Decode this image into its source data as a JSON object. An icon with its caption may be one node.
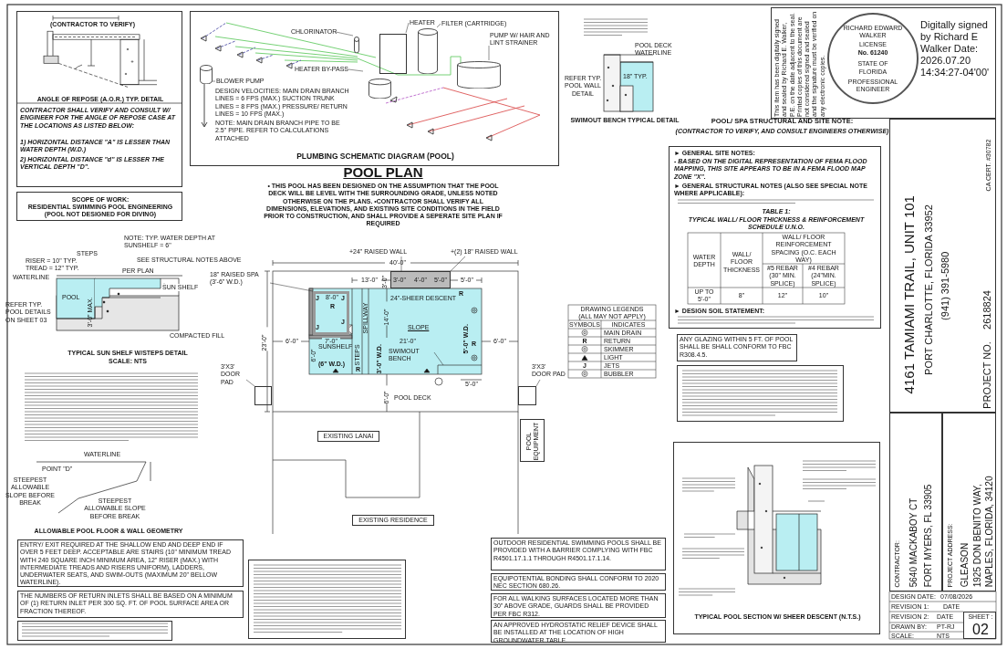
{
  "diagram": {
    "title": "POOL PLAN",
    "nodes": [
      {
        "text": [
          "ANGLE OF REPOSE (A.O.R.) TYP. DETAIL",
          "CONTRACTOR SHALL VERIFY AND CONSULT W/ ENGINEER FOR THE ANGLE OF REPOSE CASE AT THE LOCATIONS AS LISTED BELOW:",
          "1) HORIZONTAL DISTANCE \"A\" IS LESSER THAN WATER DEPTH (W.D.)",
          "2) HORIZONTAL DISTANCE \"d\" IS LESSER THE VERTICAL DEPTH \"D\"."
        ]
      },
      {
        "text": [
          "SCOPE OF WORK:",
          "RESIDENTIAL SWIMMING POOL ENGINEERING (POOL NOT DESIGNED FOR DIVING)"
        ]
      },
      {
        "text": [
          "PLUMBING SCHEMATIC DIAGRAM (POOL)"
        ]
      },
      {
        "text": [
          "CHLORINATOR"
        ],
        "in": 2
      },
      {
        "text": [],
        "shape": "cylinder",
        "in": 2
      },
      {
        "text": [
          "HEATER"
        ],
        "in": 2
      },
      {
        "text": [],
        "shape": "box",
        "in": 2
      },
      {
        "text": [
          "FILTER (CARTRIDGE)"
        ],
        "in": 2
      },
      {
        "text": [],
        "shape": "cylinder",
        "in": 2
      },
      {
        "text": [
          "PUMP W/ HAIR AND LINT STRAINER"
        ],
        "in": 2
      },
      {
        "text": [],
        "shape": "cylinder",
        "in": 2
      },
      {
        "text": [
          "HEATER BY-PASS"
        ],
        "in": 2
      },
      {
        "text": [
          "BLOWER PUMP"
        ],
        "in": 2
      },
      {
        "text": [],
        "shape": "cylinder",
        "in": 2
      },
      {
        "text": [],
        "shape": "cylinder",
        "in": 2
      },
      {
        "text": [
          "This item has been digitally signed and sealed by Richard E. Walker, P.E. on the date adjacent to the seal. Printed copies of this document are not considered signed and sealed and the signature must be verified on any electronic copies.",
          "Digitally signed by Richard E Walker Date: 2026.07.20 14:34:27-04'00'"
        ]
      },
      {
        "text": [
          "RICHARD EDWARD WALKER",
          "LICENSE",
          "No. 61240",
          "STATE OF",
          "FLORIDA",
          "PROFESSIONAL ENGINEER"
        ],
        "in": 15
      },
      {
        "text": [
          "► GENERAL SITE NOTES:",
          "- BASED ON THE DIGITAL REPRESENTATION OF FEMA FLOOD MAPPING, THIS SITE APPEARS TO BE IN A FEMA FLOOD MAP ZONE \"X\".",
          "► GENERAL STRUCTURAL NOTES (ALSO SEE SPECIAL NOTE WHERE APPLICABLE):",
          "TABLE 1:",
          "TYPICAL WALL/ FLOOR THICKNESS & REINFORCEMENT SCHEDULE U.N.O.",
          "► DESIGN SOIL STATEMENT:"
        ]
      },
      {
        "text": [
          "ANY GLAZING WITHIN 5 FT. OF POOL SHALL BE SHALL CONFORM TO FBC R308.4.5."
        ]
      },
      {
        "text": [],
        "shape": "box"
      },
      {
        "text": [
          "TYPICAL POOL SECTION W/ SHEER DESCENT (N.T.S.)"
        ]
      },
      {
        "text": [
          "4161 TAMIAMI TRAIL, UNIT 101",
          "PORT CHARLOTTE, FLORIDA 33952",
          "(941) 391-5980",
          "CA CERT. #30782",
          "PROJECT NO.",
          "2618824"
        ]
      },
      {
        "text": [
          "CONTRACTOR:",
          "5640 MACKABOY CT",
          "FORT MYERS, FL 33905"
        ]
      },
      {
        "text": [
          "PROJECT ADDRESS:",
          "GLEASON",
          "1925 DON BENITO WAY,",
          "NAPLES, FLORIDA, 34120"
        ]
      },
      {
        "text": [
          "SHEET :",
          "02"
        ]
      },
      {
        "text": [
          "+24\" RAISED WALL"
        ]
      },
      {
        "text": [
          "+(2) 18\" RAISED WALL"
        ]
      },
      {
        "text": [],
        "shape": "box"
      },
      {
        "text": [
          "18\" RAISED SPA (3'-6\" W.D.)"
        ]
      },
      {
        "text": [],
        "shape": "box"
      },
      {
        "text": [
          "SWIMOUT BENCH"
        ]
      },
      {
        "text": [
          "3'X3' DOOR PAD"
        ]
      },
      {
        "text": [],
        "shape": "box"
      },
      {
        "text": [
          "3'X3' DOOR PAD"
        ]
      },
      {
        "text": [],
        "shape": "box"
      },
      {
        "text": [
          "EXISTING LANAI"
        ]
      },
      {
        "text": [
          "EXISTING RESIDENCE"
        ]
      },
      {
        "text": [
          "POOL EQUIPMENT"
        ]
      },
      {
        "text": [
          "ENTRY/ EXIT REQUIRED AT THE SHALLOW END AND DEEP END IF OVER 5 FEET DEEP. ACCEPTABLE ARE STAIRS (10\" MINIMUM TREAD WITH 240 SQUARE INCH MINIMUM AREA, 12\" RISER (MAX.) WITH INTERMEDIATE TREADS AND RISERS UNIFORM), LADDERS, UNDERWATER SEATS, AND SWIM-OUTS (MAXIMUM 20\" BELLOW WATERLINE)."
        ]
      },
      {
        "text": [
          "THE NUMBERS OF RETURN INLETS SHALL BE BASED ON A MINIMUM OF (1) RETURN INLET PER 300 SQ. FT. OF POOL SURFACE AREA OR FRACTION THEREOF."
        ]
      },
      {
        "text": [],
        "shape": "box"
      },
      {
        "text": [],
        "shape": "box"
      },
      {
        "text": [
          "OUTDOOR RESIDENTIAL SWIMMING POOLS SHALL BE PROVIDED WITH A BARRIER COMPLYING WITH FBC R4501.17.1.1 THROUGH R4501.17.1.14."
        ]
      },
      {
        "text": [
          "EQUIPOTENTIAL BONDING SHALL CONFORM TO 2020 NEC SECTION 680.26."
        ]
      },
      {
        "text": [
          "FOR ALL WALKING SURFACES LOCATED MORE THAN 30\" ABOVE GRADE, GUARDS SHALL BE PROVIDED PER FBC R312."
        ]
      },
      {
        "text": [
          "AN APPROVED HYDROSTATIC RELIEF DEVICE SHALL BE INSTALLED AT THE LOCATION OF HIGH GROUNDWATER TABLE."
        ]
      }
    ],
    "edges": [
      {
        "from": 3,
        "to": 4,
        "arrow": "none"
      },
      {
        "from": 5,
        "to": 6,
        "arrow": "none"
      },
      {
        "from": 7,
        "to": 8,
        "arrow": "none"
      },
      {
        "from": 9,
        "to": 10,
        "arrow": "none"
      },
      {
        "from": 11,
        "to": null,
        "arrow": "none"
      },
      {
        "from": 12,
        "to": 13,
        "arrow": "none"
      },
      {
        "from": 25,
        "to": 27,
        "arrow": "none"
      },
      {
        "from": 26,
        "to": 27,
        "arrow": "none"
      },
      {
        "from": 28,
        "to": 29,
        "arrow": "none"
      },
      {
        "from": 30,
        "to": null,
        "arrow": "none"
      },
      {
        "from": 31,
        "to": 32,
        "arrow": "none"
      },
      {
        "from": 33,
        "to": 34,
        "arrow": "none"
      }
    ],
    "labels": [
      "(CONTRACTOR TO VERIFY)",
      "DESIGN VELOCITIES: MAIN DRAIN BRANCH LINES = 6 FPS (MAX.) SUCTION TRUNK LINES = 8 FPS (MAX.) PRESSURE/ RETURN LINES = 10 FPS (MAX.)",
      "NOTE: MAIN DRAIN BRANCH PIPE TO BE 2.5\" PIPE. REFER TO CALCULATIONS ATTACHED",
      "POOL DECK",
      "WATERLINE",
      "REFER TYP. POOL WALL DETAIL",
      "18\" TYP.",
      "SWIMOUT BENCH TYPICAL DETAIL",
      "• THIS POOL HAS BEEN DESIGNED ON THE ASSUMPTION THAT THE POOL DECK WILL BE LEVEL WITH THE SURROUNDING GRADE, UNLESS NOTED OTHERWISE ON THE PLANS. •CONTRACTOR SHALL VERIFY ALL DIMENSIONS, ELEVATIONS, AND EXISTING SITE CONDITIONS IN THE FIELD PRIOR TO CONSTRUCTION, AND SHALL PROVIDE A SEPERATE SITE PLAN IF REQUIRED",
      "40'-0\"",
      "3'-0\"",
      "13'-0\"",
      "3'-0\"",
      "4'-0\"",
      "5'-0\"",
      "5'-0\"",
      "8'-0\"",
      "24\"-SHEER DESCENT",
      "23'-0\"",
      "14'-0\"",
      "SPILLWAY",
      "SLOPE",
      "5'-0\" W.D.",
      "6'-0\"",
      "7'-0\"",
      "21'-0\"",
      "6'-0\"",
      "SUNSHELF",
      "(6\" W.D.)",
      "6'-0\"",
      "STEPS",
      "3'-0\" W.D.",
      "5'-0\"",
      "6'-0\"",
      "POOL DECK",
      "R",
      "R",
      "R",
      "R",
      "J",
      "J",
      "J",
      "J",
      "DRAWING LEGENDS",
      "(ALL MAY NOT APPLY)",
      "SYMBOLS",
      "INDICATES",
      "R",
      "J",
      "NOTE: TYP. WATER DEPTH AT SUNSHELF = 6\"",
      "STEPS",
      "RISER = 10\" TYP.",
      "TREAD = 12\" TYP.",
      "WATERLINE",
      "SEE STRUCTURAL NOTES ABOVE",
      "PER PLAN",
      "SUN SHELF",
      "POOL",
      "3'-0\" MAX.",
      "REFER TYP. POOL DETAILS ON SHEET 03",
      "COMPACTED FILL",
      "TYPICAL SUN SHELF W/STEPS DETAIL",
      "SCALE: NTS",
      "WATERLINE",
      "POINT \"D\"",
      "STEEPEST ALLOWABLE SLOPE BEFORE BREAK",
      "STEEPEST ALLOWABLE SLOPE BEFORE BREAK",
      "ALLOWABLE POOL FLOOR & WALL GEOMETRY",
      "POOL/ SPA STRUCTURAL AND SITE NOTE:",
      "(CONTRACTOR TO VERIFY, AND CONSULT ENGINEERS OTHERWISE)",
      "WATER DEPTH",
      "WALL/ FLOOR THICKNESS",
      "WALL/ FLOOR REINFORCEMENT SPACING (O.C. EACH WAY)",
      "#5 REBAR (30\" MIN. SPLICE)",
      "#4 REBAR (24\"MIN. SPLICE)",
      "UP TO 5'-0\"",
      "8\"",
      "12\"",
      "10\"",
      "DESIGN DATE:",
      "07/08/2026",
      "REVISION 1:",
      "DATE",
      "REVISION 2:",
      "DATE",
      "DRAWN BY:",
      "PT-RJ",
      "SCALE:",
      "NTS"
    ],
    "legend": [
      {
        "text": "MAIN DRAIN"
      },
      {
        "text": "RETURN"
      },
      {
        "text": "SKIMMER"
      },
      {
        "text": "LIGHT"
      },
      {
        "text": "JETS"
      },
      {
        "text": "BUBBLER"
      }
    ]
  }
}
